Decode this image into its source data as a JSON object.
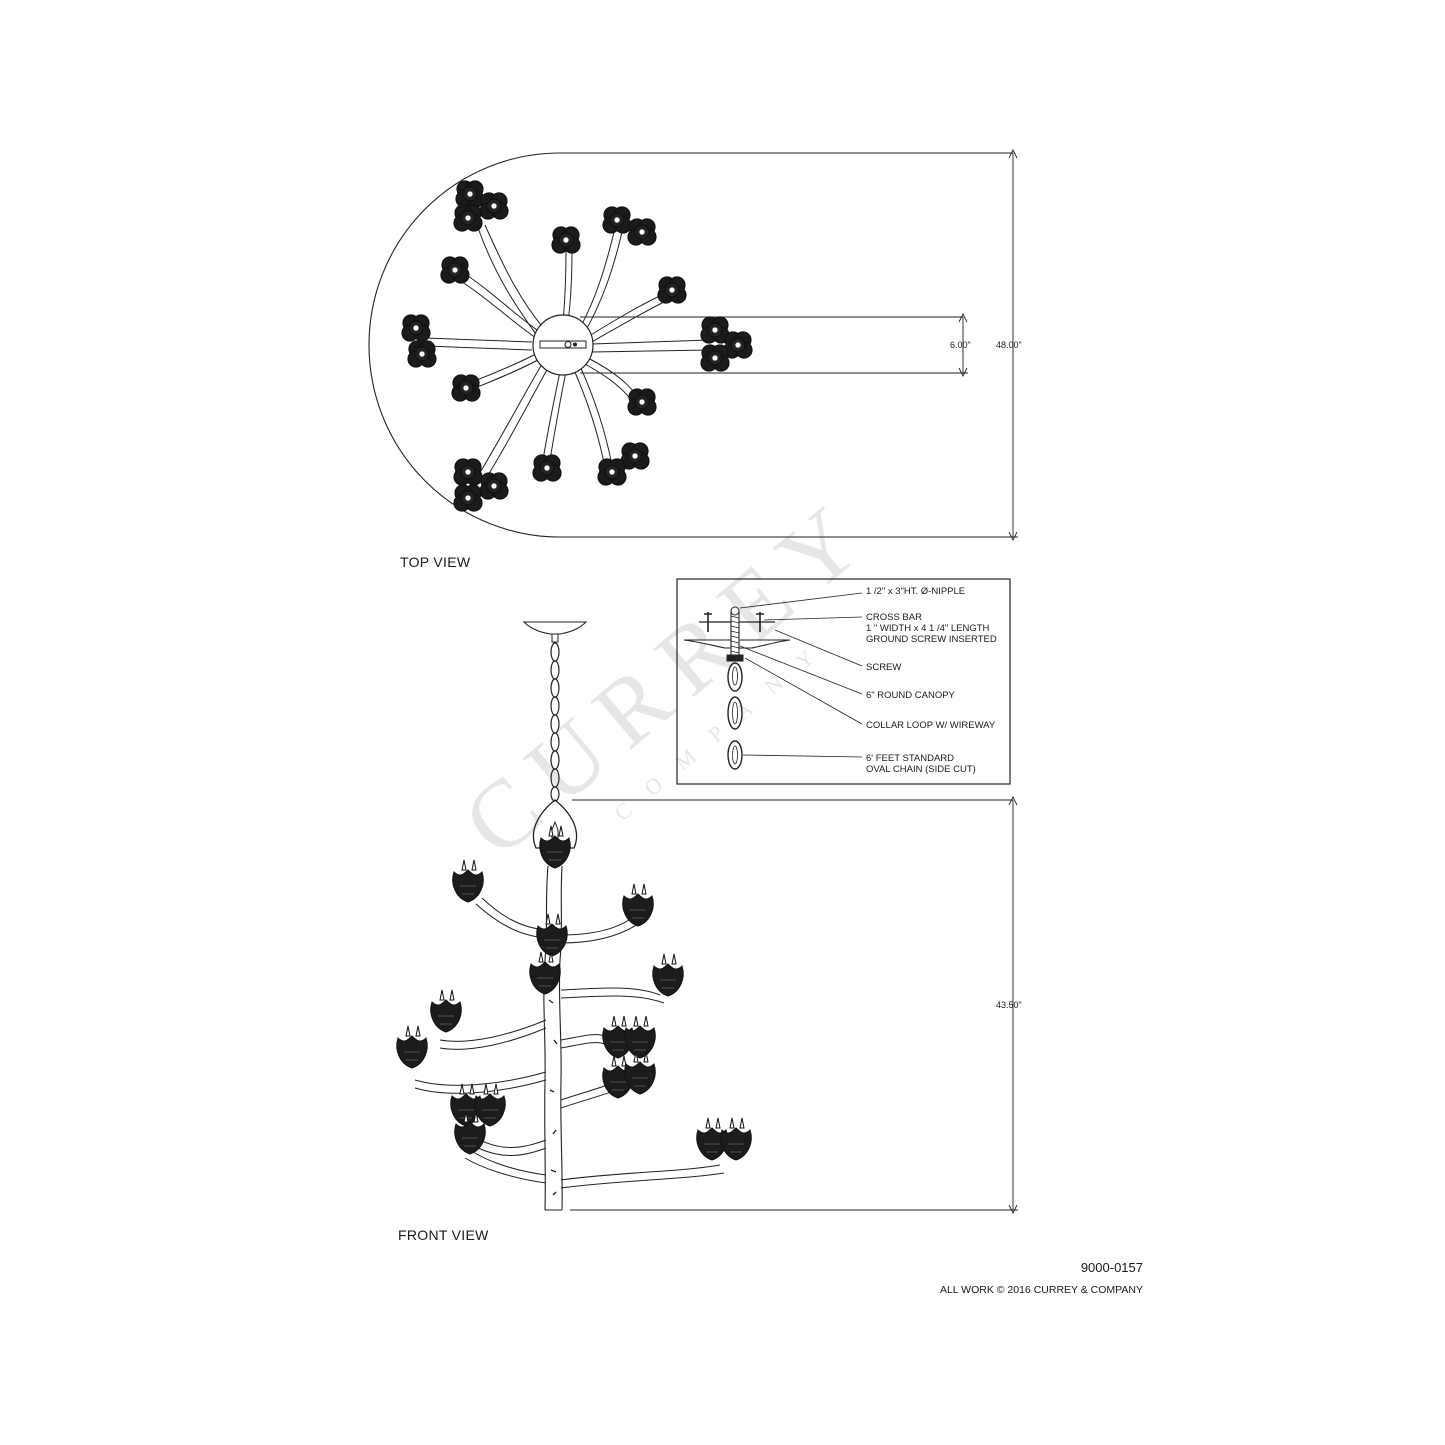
{
  "views": {
    "top": "TOP VIEW",
    "front": "FRONT VIEW"
  },
  "dimensions": {
    "canopy_diameter": "6.00\"",
    "overall_diameter": "48.00\"",
    "overall_height": "43.50\""
  },
  "hardware_detail": {
    "callouts": [
      [
        "1 /2\" x 3\"HT. Ø-NIPPLE"
      ],
      [
        "CROSS BAR",
        "1 \" WIDTH x 4 1 /4\" LENGTH",
        "GROUND SCREW INSERTED"
      ],
      [
        "SCREW"
      ],
      [
        "6\" ROUND CANOPY"
      ],
      [
        "COLLAR LOOP W/ WIREWAY"
      ],
      [
        "6' FEET STANDARD",
        "OVAL CHAIN (SIDE CUT)"
      ]
    ]
  },
  "watermark": {
    "brand": "CURREY",
    "sub": "COMPANY"
  },
  "footer": {
    "part_number": "9000-0157",
    "copyright": "ALL WORK © 2016 CURREY & COMPANY"
  }
}
